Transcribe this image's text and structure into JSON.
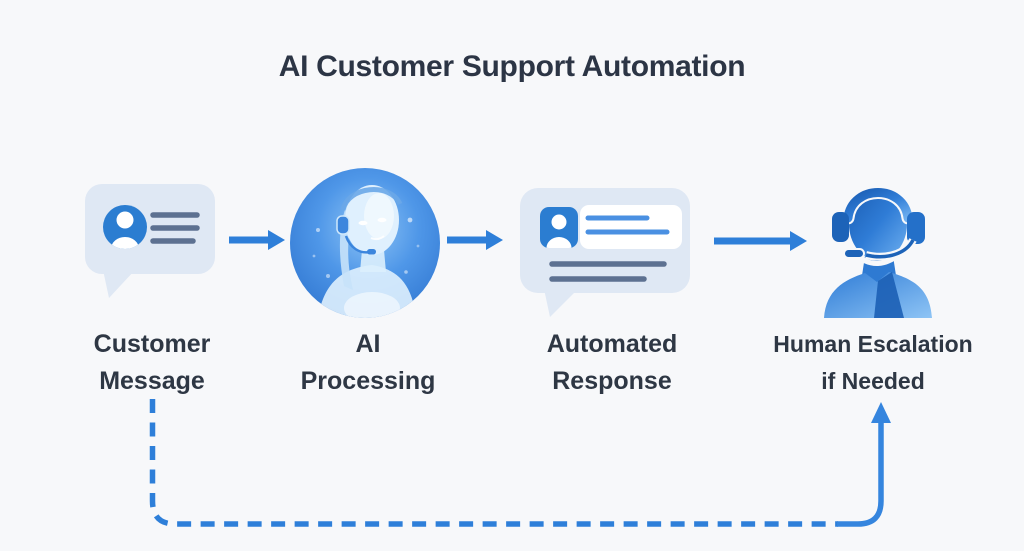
{
  "title": "AI Customer Support Automation",
  "flow": {
    "steps": [
      {
        "name": "customer-message",
        "line1": "Customer",
        "line2": "Message",
        "icon": "customer-message-bubble-icon"
      },
      {
        "name": "ai-processing",
        "line1": "AI",
        "line2": "Processing",
        "icon": "ai-assistant-avatar-icon"
      },
      {
        "name": "automated-response",
        "line1": "Automated",
        "line2": "Response",
        "icon": "automated-response-bubble-icon"
      },
      {
        "name": "human-escalation",
        "line1": "Human Escalation",
        "line2": "if Needed",
        "icon": "human-agent-headset-icon"
      }
    ],
    "connectors": [
      {
        "name": "arrow-customer-to-ai",
        "type": "solid-arrow-right"
      },
      {
        "name": "arrow-ai-to-response",
        "type": "solid-arrow-right"
      },
      {
        "name": "arrow-response-to-human",
        "type": "solid-arrow-right"
      },
      {
        "name": "feedback-escalation-path",
        "type": "dashed-elbow-arrow",
        "from": "customer-message",
        "to": "human-escalation"
      }
    ]
  },
  "colors": {
    "background": "#f7f8fa",
    "accent_blue": "#2e7fd9",
    "bubble_fill": "#dfe8f4",
    "avatar_blue": "#2b7dd1",
    "text_dark": "#2c3545",
    "line_gray_blue": "#5d7191",
    "card_line_blue": "#4a90e2"
  }
}
